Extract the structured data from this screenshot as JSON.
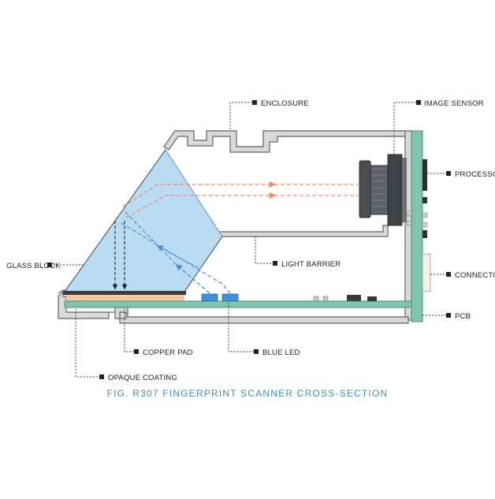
{
  "labels": {
    "enclosure": "ENCLOSURE",
    "image_sensor": "IMAGE SENSOR",
    "processor": "PROCESSOR",
    "glass_block": "GLASS BLOCK",
    "light_barrier": "LIGHT BARRIER",
    "connector": "CONNECTOR",
    "pcb": "PCB",
    "copper_pad": "COPPER PAD",
    "blue_led": "BLUE LED",
    "opaque_coating": "OPAQUE COATING"
  },
  "caption": "FIG. R307 FINGERPRINT SCANNER CROSS-SECTION",
  "colors": {
    "enclosure_fill": "#d9dadb",
    "enclosure_stroke": "#5f6163",
    "glass": "#b9dcf3",
    "pcb": "#7fc4ad",
    "copper": "#f2c9a4",
    "coating": "#3a3a3a",
    "led": "#3f8fd6",
    "reflected_ray": "#f08a5d",
    "incident_ray": "#4d94cf",
    "caption": "#3d8fb3"
  }
}
